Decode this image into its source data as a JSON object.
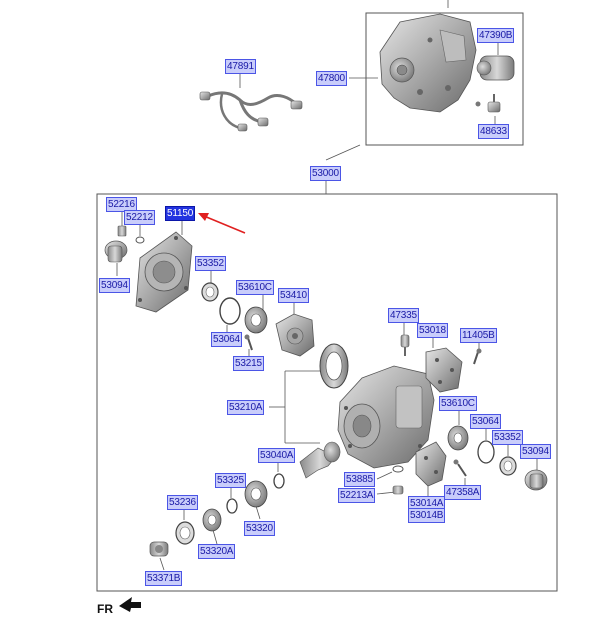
{
  "callouts": {
    "p47891": "47891",
    "p47800": "47800",
    "p47390b": "47390B",
    "p48633": "48633",
    "p53000": "53000",
    "p52216": "52216",
    "p52212": "52212",
    "p51150": "51150",
    "p53094_left": "53094",
    "p53352_left": "53352",
    "p53610c_left": "53610C",
    "p53410": "53410",
    "p53064_left": "53064",
    "p53215": "53215",
    "p47335": "47335",
    "p53018": "53018",
    "p11405b": "11405B",
    "p53210a": "53210A",
    "p53610c_right": "53610C",
    "p53064_right": "53064",
    "p53352_right": "53352",
    "p53094_right": "53094",
    "p53040a": "53040A",
    "p53885": "53885",
    "p47358a": "47358A",
    "p52213a": "52213A",
    "p53014a": "53014A",
    "p53014b": "53014B",
    "p53325": "53325",
    "p53236": "53236",
    "p53320": "53320",
    "p53320a": "53320A",
    "p53371b": "53371B"
  },
  "orientation_label": "FR",
  "selected_callout": "51150",
  "colors": {
    "callout_fill": "#c9cdfb",
    "callout_border": "#4b55e6",
    "selected_fill": "#2233e0",
    "pointer_arrow": "#e02020",
    "line": "#555555"
  }
}
